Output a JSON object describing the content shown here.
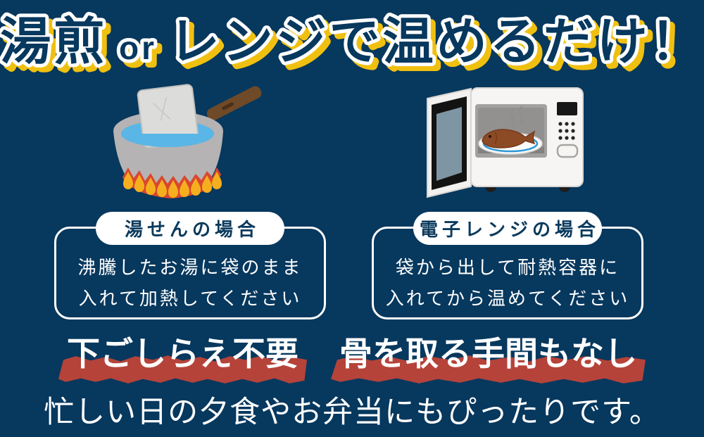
{
  "colors": {
    "background": "#07385e",
    "title_outline": "#ffffff",
    "title_shadow_yellow": "#f0c011",
    "highlight_red": "#b5433a",
    "text_white": "#ffffff",
    "pill_text_navy": "#0b3a5c"
  },
  "title": {
    "text": "湯煎 or レンジで温めるだけ！",
    "part1": "湯煎",
    "or": " or ",
    "part2": "レンジで温めるだけ！"
  },
  "methods": [
    {
      "label": "湯せんの場合",
      "line1": "沸騰したお湯に袋のまま",
      "line2": "入れて加熱してください",
      "illustration": "pot-on-stove-icon"
    },
    {
      "label": "電子レンジの場合",
      "line1": "袋から出して耐熱容器に",
      "line2": "入れてから温めてください",
      "illustration": "microwave-icon"
    }
  ],
  "highlight": {
    "part1": "下ごしらえ不要",
    "part2": "骨を取る手間もなし"
  },
  "closing": "忙しい日の夕食やお弁当にもぴったりです。"
}
